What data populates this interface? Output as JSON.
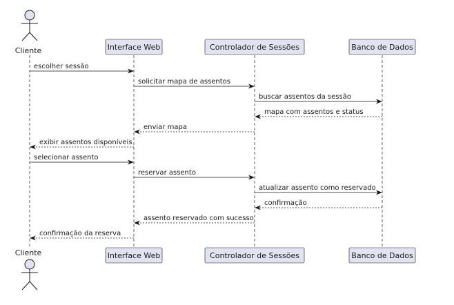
{
  "participants": [
    {
      "id": "cliente",
      "type": "actor",
      "label": "Cliente"
    },
    {
      "id": "web",
      "type": "participant",
      "label": "Interface Web"
    },
    {
      "id": "ctrl",
      "type": "participant",
      "label": "Controlador de Sessões"
    },
    {
      "id": "db",
      "type": "participant",
      "label": "Banco de Dados"
    }
  ],
  "messages": [
    {
      "from": "cliente",
      "to": "web",
      "label": "escolher sessão",
      "style": "solid"
    },
    {
      "from": "web",
      "to": "ctrl",
      "label": "solicitar mapa de assentos",
      "style": "solid"
    },
    {
      "from": "ctrl",
      "to": "db",
      "label": "buscar assentos da sessão",
      "style": "solid"
    },
    {
      "from": "db",
      "to": "ctrl",
      "label": "mapa com assentos e status",
      "style": "dashed"
    },
    {
      "from": "ctrl",
      "to": "web",
      "label": "enviar mapa",
      "style": "dashed"
    },
    {
      "from": "web",
      "to": "cliente",
      "label": "exibir assentos disponíveis",
      "style": "dashed"
    },
    {
      "from": "cliente",
      "to": "web",
      "label": "selecionar assento",
      "style": "solid"
    },
    {
      "from": "web",
      "to": "ctrl",
      "label": "reservar assento",
      "style": "solid"
    },
    {
      "from": "ctrl",
      "to": "db",
      "label": "atualizar assento como reservado",
      "style": "solid"
    },
    {
      "from": "db",
      "to": "ctrl",
      "label": "confirmação",
      "style": "dashed"
    },
    {
      "from": "ctrl",
      "to": "web",
      "label": "assento reservado com sucesso",
      "style": "dashed"
    },
    {
      "from": "web",
      "to": "cliente",
      "label": "confirmação da reserva",
      "style": "dashed"
    }
  ],
  "colors": {
    "box_fill": "#e2e2f0",
    "box_stroke": "#181818",
    "lifeline": "#181818",
    "arrow": "#181818",
    "text": "#1a1a1a"
  }
}
